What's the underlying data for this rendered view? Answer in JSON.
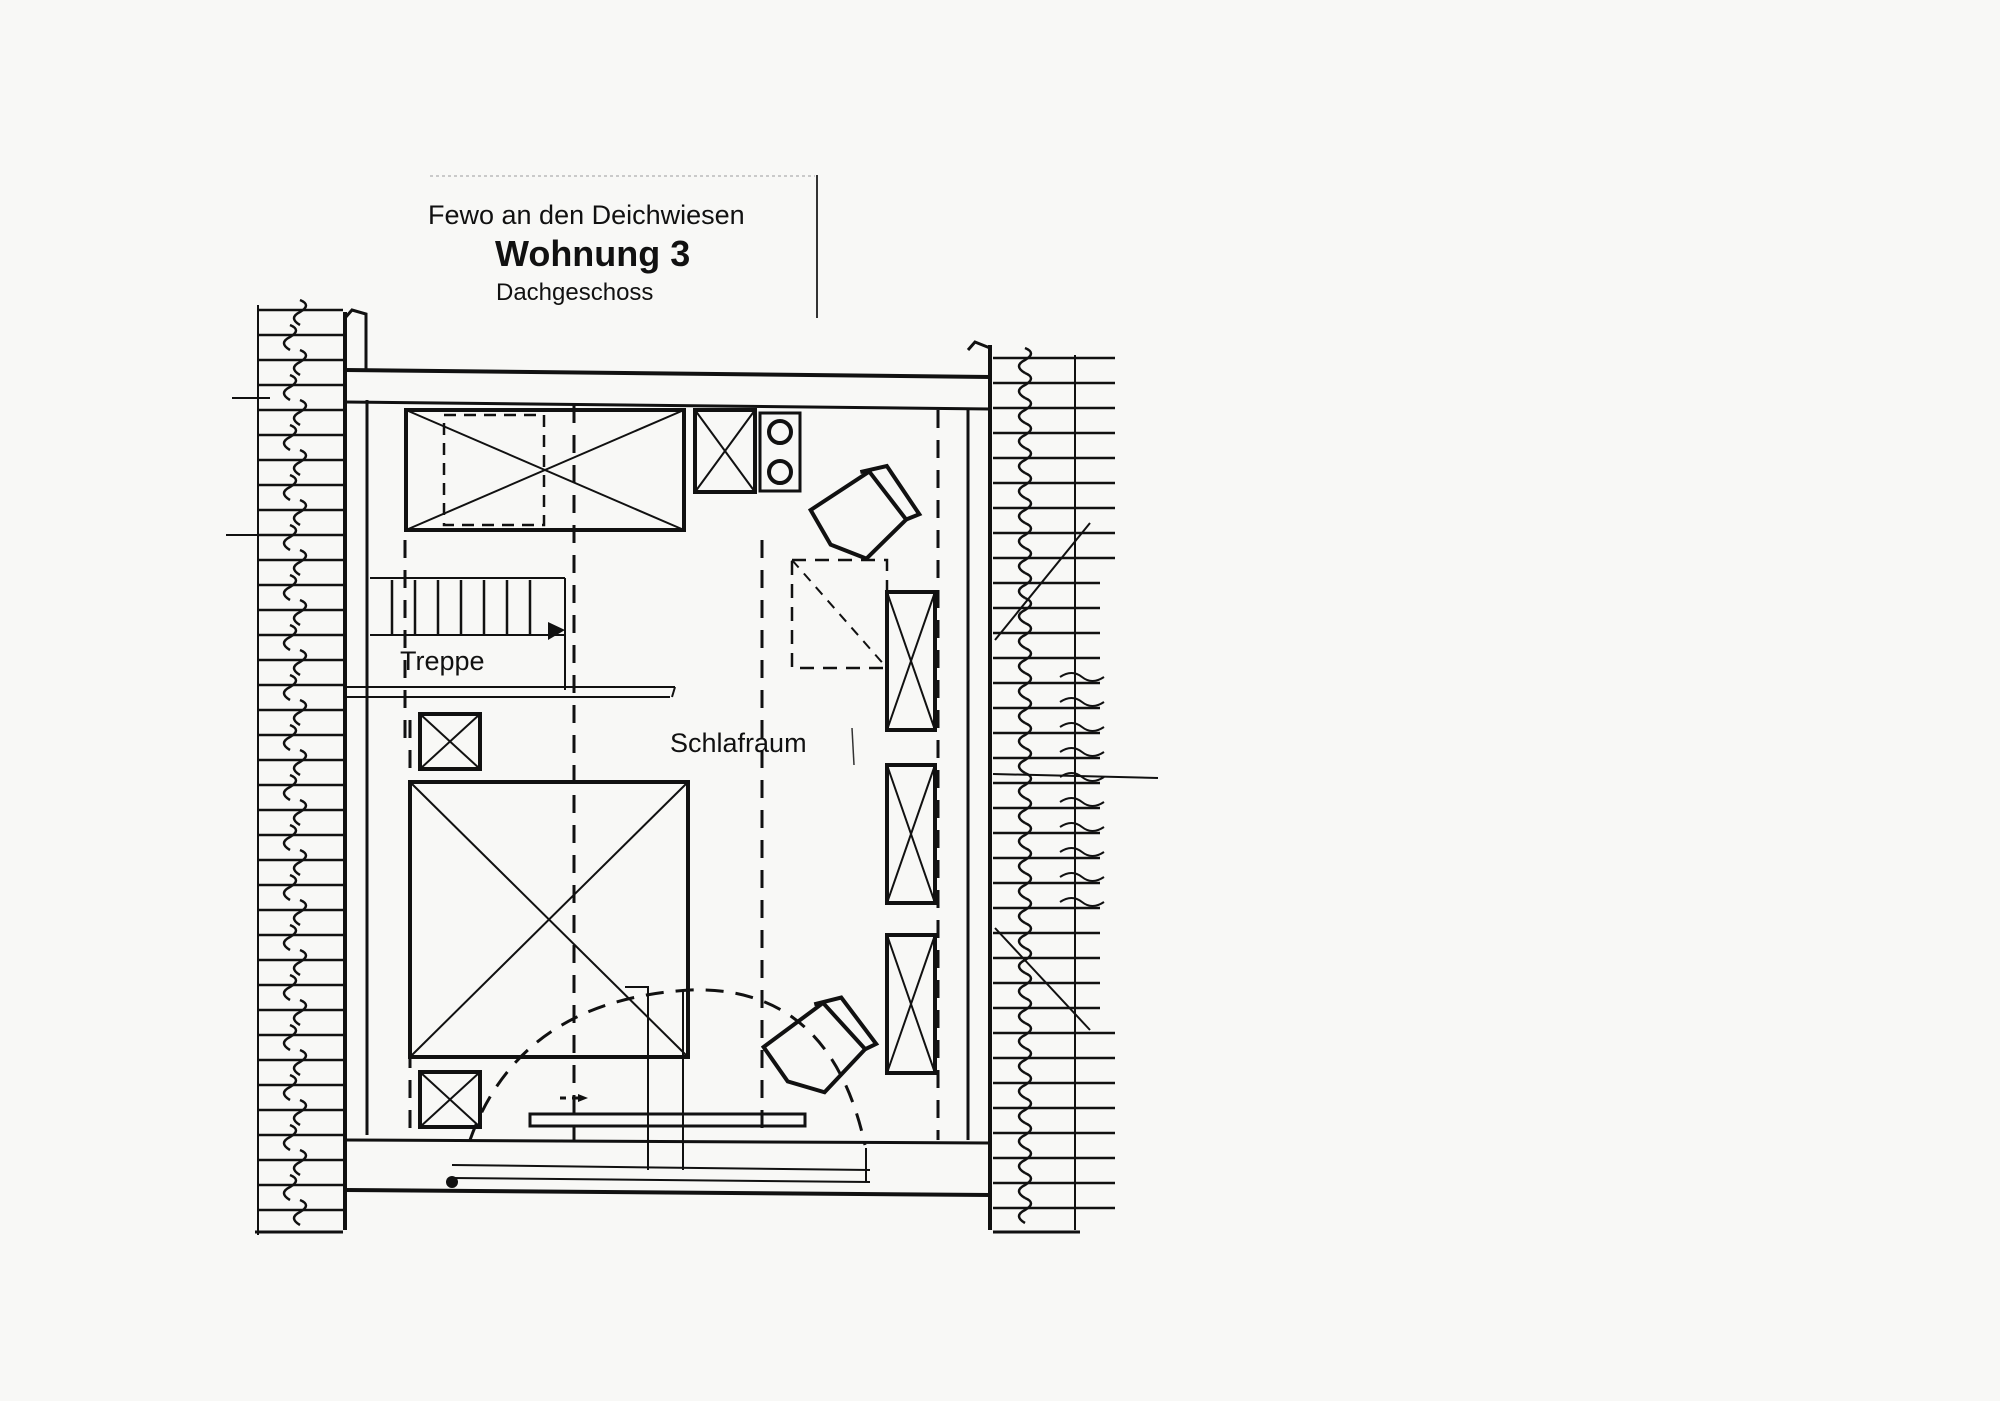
{
  "header": {
    "line1": "Fewo an den Deichwiesen",
    "line2": "Wohnung 3",
    "line3": "Dachgeschoss"
  },
  "rooms": {
    "stairs_label": "Treppe",
    "bedroom_label": "Schlafraum"
  },
  "colors": {
    "ink": "#111111",
    "paper": "#f8f8f6"
  }
}
